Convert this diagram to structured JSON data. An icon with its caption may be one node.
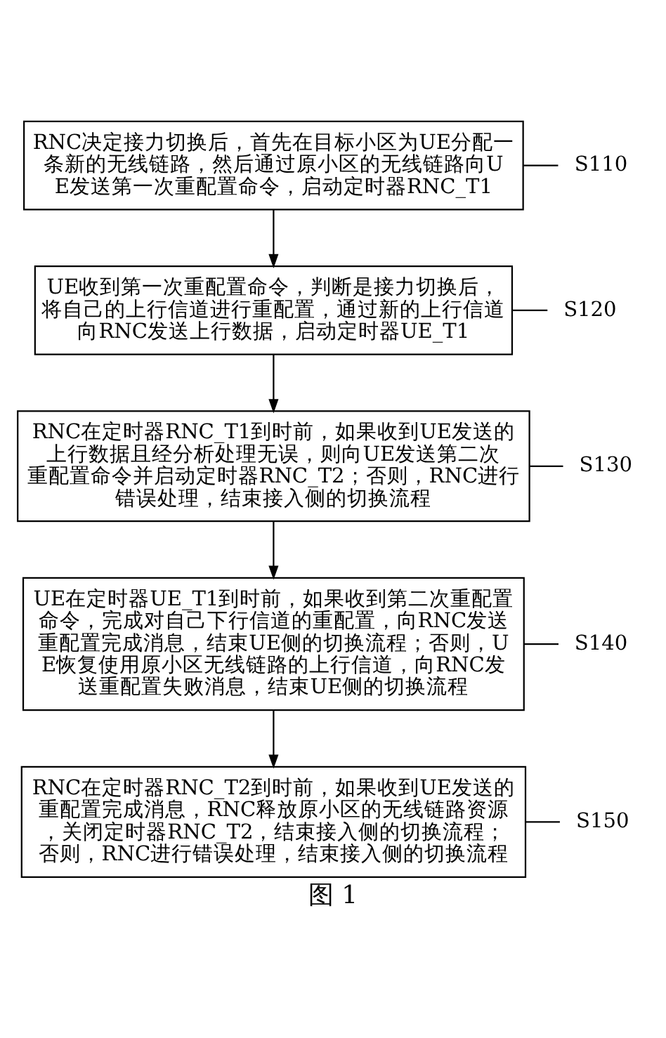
{
  "diagram": {
    "caption": "图 1",
    "nodes": [
      {
        "text": [
          "RNC决定接力切换后，首先在目标小区为UE分配一条新的无线链路，然后通过原小区的无线链路向UE发送第一次重配置命令，启动定时器RNC_T1"
        ]
      },
      {
        "text": [
          "S110"
        ]
      },
      {
        "text": [
          "UE收到第一次重配置命令，判断是接力切换后，将自己的上行信道进行重配置，通过新的上行信道向RNC发送上行数据，启动定时器UE_T1"
        ]
      },
      {
        "text": [
          "S120"
        ]
      },
      {
        "text": [
          "RNC在定时器RNC_T1到时前，如果收到UE发送的上行数据且经分析处理无误，则向UE发送第二次重配置命令并启动定时器RNC_T2；否则，RNC进行错误处理，结束接入侧的切换流程"
        ]
      },
      {
        "text": [
          "S130"
        ]
      },
      {
        "text": [
          "UE在定时器UE_T1到时前，如果收到第二次重配置命令，完成对自己下行信道的重配置，向RNC发送重配置完成消息，结束UE侧的切换流程；否则，UE恢复使用原小区无线链路的上行信道，向RNC发送重配置失败消息，结束UE侧的切换流程"
        ]
      },
      {
        "text": [
          "S140"
        ]
      },
      {
        "text": [
          "RNC在定时器RNC_T2到时前，如果收到UE发送的重配置完成消息，RNC释放原小区的无线链路资源，关闭定时器RNC_T2，结束接入侧的切换流程；否则，RNC进行错误处理，结束接入侧的切换流程"
        ]
      },
      {
        "text": [
          "S150"
        ]
      }
    ],
    "edges": [
      {
        "from": 0,
        "to": 2,
        "arrow": "to"
      },
      {
        "from": 2,
        "to": 4,
        "arrow": "to"
      },
      {
        "from": 4,
        "to": 6,
        "arrow": "to"
      },
      {
        "from": 6,
        "to": 8,
        "arrow": "to"
      },
      {
        "from": 1,
        "to": 0,
        "arrow": "none"
      },
      {
        "from": 3,
        "to": 2,
        "arrow": "none"
      },
      {
        "from": 5,
        "to": 4,
        "arrow": "none"
      },
      {
        "from": 7,
        "to": 6,
        "arrow": "none"
      },
      {
        "from": 9,
        "to": 8,
        "arrow": "none"
      }
    ]
  }
}
